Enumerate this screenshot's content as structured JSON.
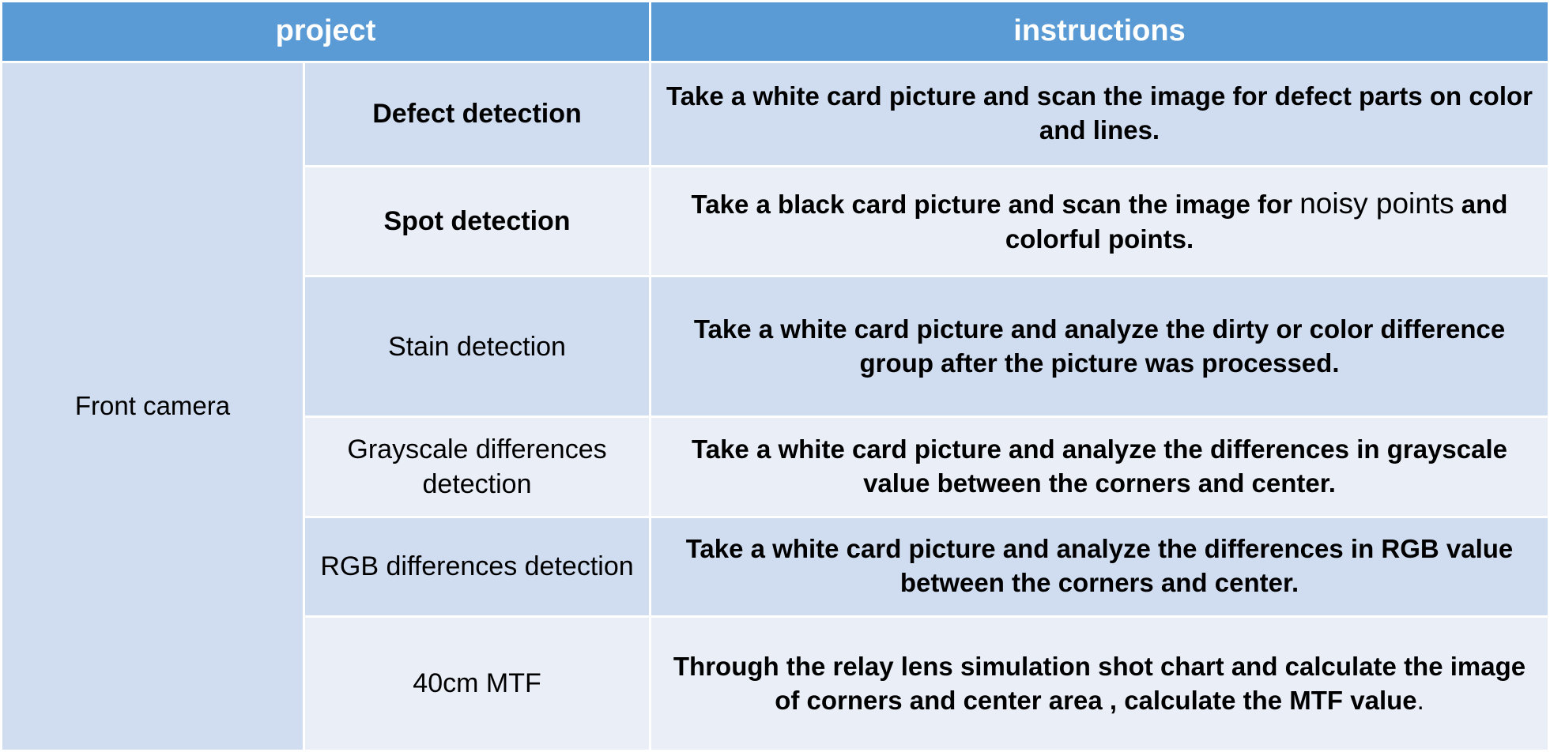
{
  "header": {
    "project_label": "project",
    "instructions_label": "instructions"
  },
  "category": "Front camera",
  "rows": [
    {
      "item": "Defect detection",
      "item_bold": true,
      "instruction": "Take a white card picture and scan the image for defect parts on color and lines."
    },
    {
      "item": "Spot detection",
      "item_bold": true,
      "instruction_part1": "Take a black card picture and scan the image for ",
      "instruction_part2": "noisy points",
      "instruction_part3": " and colorful points."
    },
    {
      "item": "Stain detection",
      "item_bold": false,
      "instruction": "Take a white card picture and analyze the dirty or color difference group after the picture was processed."
    },
    {
      "item": "Grayscale differences detection",
      "item_bold": false,
      "instruction": "Take a white card picture and analyze the differences in grayscale value between the corners and center."
    },
    {
      "item": "RGB differences detection",
      "item_bold": false,
      "instruction": "Take a white card picture and analyze the differences in RGB value between the corners and center."
    },
    {
      "item": "40cm MTF",
      "item_bold": false,
      "instruction_part1": "Through the relay lens simulation shot chart and calculate the image of corners and center area , calculate the MTF value",
      "instruction_part2": "."
    }
  ],
  "colors": {
    "header_bg": "#5b9bd5",
    "row_dark": "#d0dcef",
    "row_light": "#e9eef7"
  }
}
